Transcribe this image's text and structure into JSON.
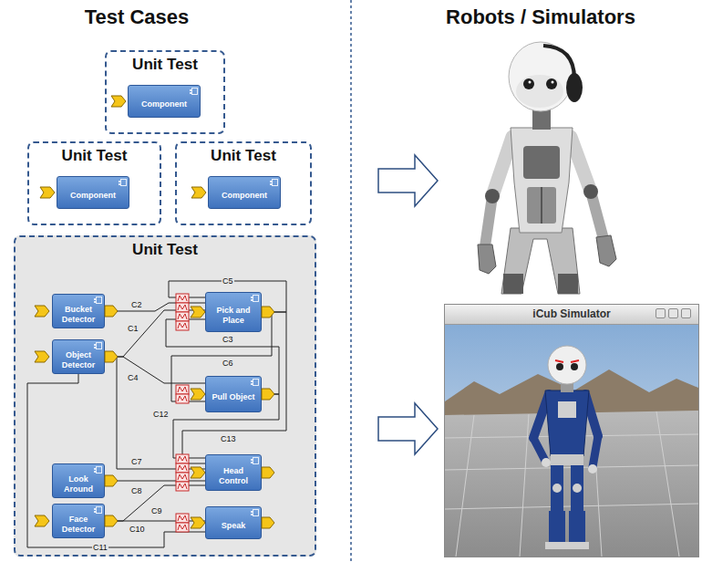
{
  "diagram": {
    "nodes": [
      {
        "text": [
          "Unit Test"
        ]
      },
      {
        "text": [
          "Component"
        ],
        "in": 0
      },
      {
        "text": [
          "Unit Test"
        ]
      },
      {
        "text": [
          "Component"
        ],
        "in": 2
      },
      {
        "text": [
          "Unit Test"
        ]
      },
      {
        "text": [
          "Component"
        ],
        "in": 4
      },
      {
        "text": [
          "Unit Test"
        ]
      },
      {
        "text": [
          "Bucket Detector"
        ],
        "in": 6
      },
      {
        "text": [
          "Object Detector"
        ],
        "in": 6
      },
      {
        "text": [
          "Pick and Place"
        ],
        "in": 6
      },
      {
        "text": [
          "Pull Object"
        ],
        "in": 6
      },
      {
        "text": [
          "Look Around"
        ],
        "in": 6
      },
      {
        "text": [
          "Head Control"
        ],
        "in": 6
      },
      {
        "text": [
          "Face Detector"
        ],
        "in": 6
      },
      {
        "text": [
          "Speak"
        ],
        "in": 6
      },
      {
        "text": [
          "iCub Simulator"
        ]
      }
    ],
    "edges": [
      {
        "from": 7,
        "to": 9,
        "label": "C2",
        "arrow": "none"
      },
      {
        "from": 8,
        "to": 9,
        "label": "C1",
        "arrow": "none"
      },
      {
        "from": 8,
        "to": 10,
        "label": "C4",
        "arrow": "none"
      },
      {
        "from": 10,
        "to": 9,
        "label": "C3",
        "arrow": "none"
      },
      {
        "from": 9,
        "to": 10,
        "label": "C6",
        "arrow": "none"
      },
      {
        "from": 9,
        "to": 9,
        "label": "C5",
        "arrow": "none"
      },
      {
        "from": 8,
        "to": 12,
        "label": "C7",
        "arrow": "none"
      },
      {
        "from": 11,
        "to": 12,
        "label": "C8",
        "arrow": "none"
      },
      {
        "from": 13,
        "to": 12,
        "label": "C9",
        "arrow": "none"
      },
      {
        "from": 13,
        "to": 14,
        "label": "C10",
        "arrow": "none"
      },
      {
        "from": 8,
        "to": 14,
        "label": "C11",
        "arrow": "none"
      },
      {
        "from": 10,
        "to": 12,
        "label": "C12",
        "arrow": "none"
      },
      {
        "from": 9,
        "to": 12,
        "label": "C13",
        "arrow": "none"
      }
    ],
    "labels": [
      "Test Cases",
      "Robots / Simulators"
    ]
  }
}
